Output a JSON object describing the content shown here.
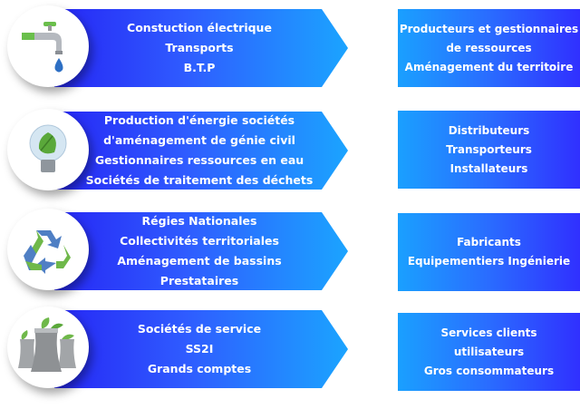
{
  "rows": [
    {
      "icon": "faucet-icon",
      "left": [
        "Constuction électrique",
        "Transports",
        "B.T.P"
      ],
      "right": [
        "Producteurs et gestionnaires",
        "de ressources",
        "Aménagement du territoire"
      ]
    },
    {
      "icon": "lightbulb-leaf-icon",
      "left": [
        "Production d'énergie sociétés",
        "d'aménagement de génie civil",
        "Gestionnaires ressources en eau",
        "Sociétés de traitement des déchets"
      ],
      "right": [
        "Distributeurs",
        "Transporteurs",
        "Installateurs"
      ]
    },
    {
      "icon": "recycle-icon",
      "left": [
        "Régies Nationales",
        "Collectivités territoriales",
        "Aménagement de bassins",
        "Prestataires"
      ],
      "right": [
        "Fabricants",
        "Equipementiers Ingénierie"
      ]
    },
    {
      "icon": "cooling-towers-icon",
      "left": [
        "Sociétés de service",
        "SS2I",
        "Grands comptes"
      ],
      "right": [
        "Services clients",
        "utilisateurs",
        "Gros consommateurs"
      ]
    }
  ],
  "colors": {
    "band_start": "#2626f5",
    "band_end": "#1ba4ff",
    "box_start": "#1aa0ff",
    "box_end": "#3030ff"
  }
}
